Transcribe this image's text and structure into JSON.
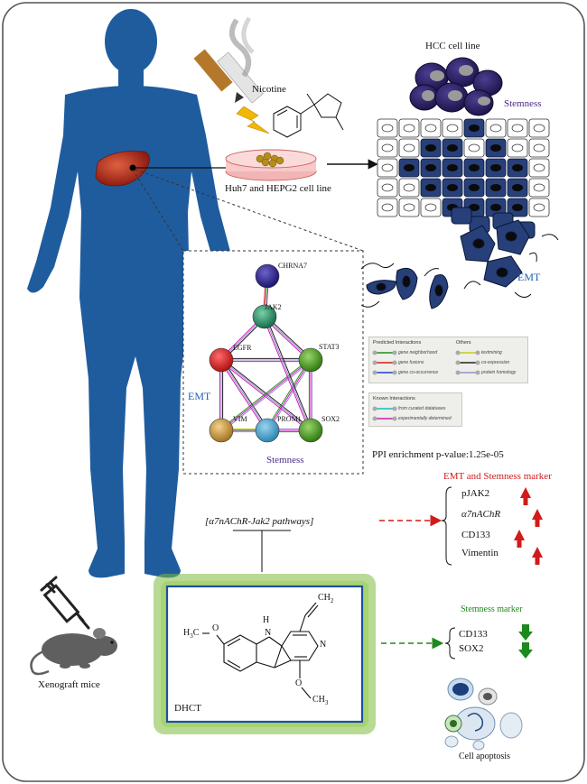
{
  "colors": {
    "blue_body": "#1f5c9e",
    "cell_blue": "#27407a",
    "red": "#d11a1a",
    "green": "#1c8a1c",
    "emt_blue": "#1f5fb0",
    "stemness_purple": "#4b2a86",
    "glow": "#7dbb3e"
  },
  "labels": {
    "nicotine": "Nicotine",
    "cell_line": "Huh7 and HEPG2 cell line",
    "hcc": "HCC cell line",
    "stemness_top": "Stemness",
    "emt_right": "EMT",
    "emt_left": "EMT",
    "stemness_bottom": "Stemness",
    "ppi": "PPI enrichment p-value:1.25e-05",
    "pathway": "[α7nAChR-Jak2 pathways]",
    "dhct": "DHCT",
    "xenograft": "Xenograft mice",
    "emt_marker_title": "EMT and Stemness marker",
    "stem_marker_title": "Stemness marker",
    "apoptosis": "Cell apoptosis"
  },
  "network": {
    "nodes": [
      "CHRNA7",
      "JAK2",
      "EGFR",
      "STAT3",
      "VIM",
      "PROM1",
      "SOX2"
    ]
  },
  "legend": {
    "predicted_title": "Predicted Interactions",
    "predicted": [
      "gene neighborhood",
      "gene fusions",
      "gene co-occurrence"
    ],
    "others_title": "Others",
    "others": [
      "textmining",
      "co-expression",
      "protein homology"
    ],
    "known_title": "Known Interactions",
    "known": [
      "from curated databases",
      "experimentally determined"
    ]
  },
  "emt_markers": [
    "pJAK2",
    "α7nAChR",
    "CD133",
    "Vimentin"
  ],
  "stem_markers": [
    "CD133",
    "SOX2"
  ],
  "molecule": {
    "ch2": "CH",
    "ch2_sub": "2",
    "h3c": "H",
    "h3c_sub": "3",
    "h3c_c": "C",
    "h": "H",
    "n_ring": "N",
    "n_pyr": "N",
    "o1": "O",
    "o2": "O",
    "ch3": "CH",
    "ch3_sub": "3"
  }
}
